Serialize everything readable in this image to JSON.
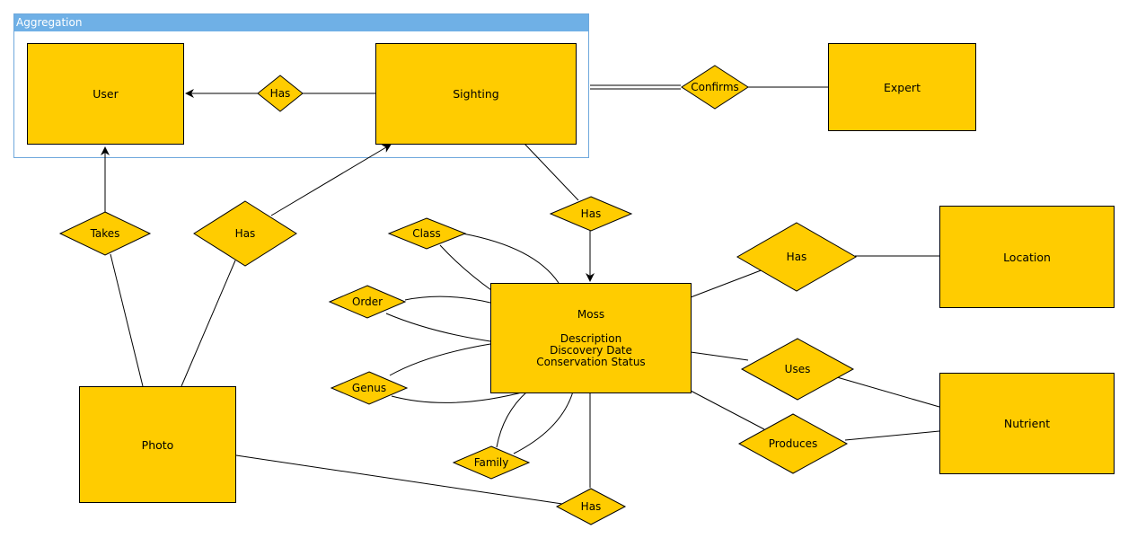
{
  "aggregation": {
    "label": "Aggregation"
  },
  "entities": {
    "user": "User",
    "sighting": "Sighting",
    "expert": "Expert",
    "location": "Location",
    "photo": "Photo",
    "nutrient": "Nutrient",
    "moss": {
      "title": "Moss",
      "attributes": [
        "Description",
        "Discovery Date",
        "Conservation Status"
      ]
    }
  },
  "relationships": {
    "user_sighting_has": "Has",
    "confirms": "Confirms",
    "takes": "Takes",
    "photo_sighting_has": "Has",
    "sighting_moss_has": "Has",
    "class": "Class",
    "order": "Order",
    "genus": "Genus",
    "family": "Family",
    "location_has": "Has",
    "uses": "Uses",
    "produces": "Produces",
    "photo_moss_has": "Has"
  },
  "colors": {
    "entity_fill": "#FFCC00",
    "stroke": "#000000",
    "aggregation_header": "#6FB0E6",
    "aggregation_border": "#6FA8DC"
  }
}
